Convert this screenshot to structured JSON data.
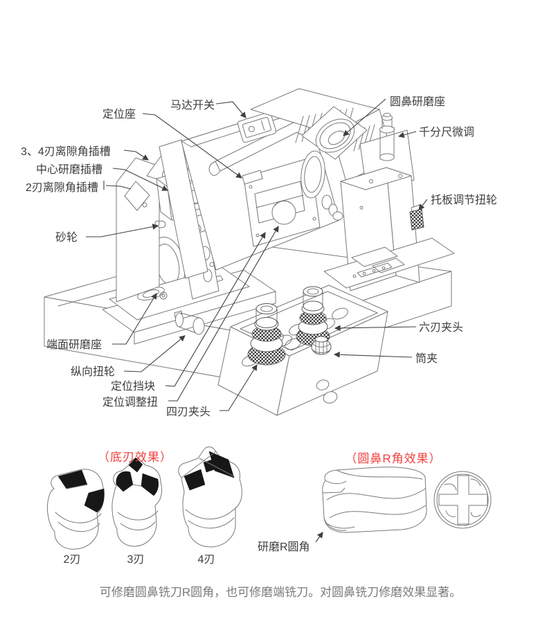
{
  "page": {
    "type": "product-manual-diagram",
    "subject": "end mill grinder annotated illustration"
  },
  "labels": {
    "motor_switch": "马达开关",
    "positioning_seat": "定位座",
    "slot_3_4_flute": "3、4刃离隙角插槽",
    "slot_center_grind": "中心研磨插槽",
    "slot_2_flute": "2刃离隙角插槽",
    "grinding_wheel": "砂轮",
    "round_nose_seat": "圆鼻研磨座",
    "micrometer_adjust": "千分尺微调",
    "pallet_adjust_knob": "托板调节扭轮",
    "face_grind_seat": "端面研磨座",
    "longitudinal_knob": "纵向扭轮",
    "positioning_stop": "定位挡块",
    "positioning_adjust_knob": "定位调整扭",
    "four_flute_chuck": "四刃夹头",
    "six_flute_chuck": "六刃夹头",
    "collet": "筒夹",
    "grind_r_corner": "研磨R圆角"
  },
  "sections": {
    "bottom_edge_effect_heading": "（底刃效果）",
    "round_nose_effect_heading": "（圆鼻R角效果）",
    "flute_2": "2刃",
    "flute_3": "3刃",
    "flute_4": "4刃"
  },
  "caption": "可修磨圆鼻铣刀R圆角，也可修磨端铣刀。对圆鼻铣刀修磨效果显著。",
  "colors": {
    "accent_red": "#f24040",
    "label_text": "#3d3d3d",
    "machine_line": "#787878",
    "leader_line": "#3f3f3f",
    "caption_gray": "#7a7a7a",
    "facet_black": "#171717"
  }
}
